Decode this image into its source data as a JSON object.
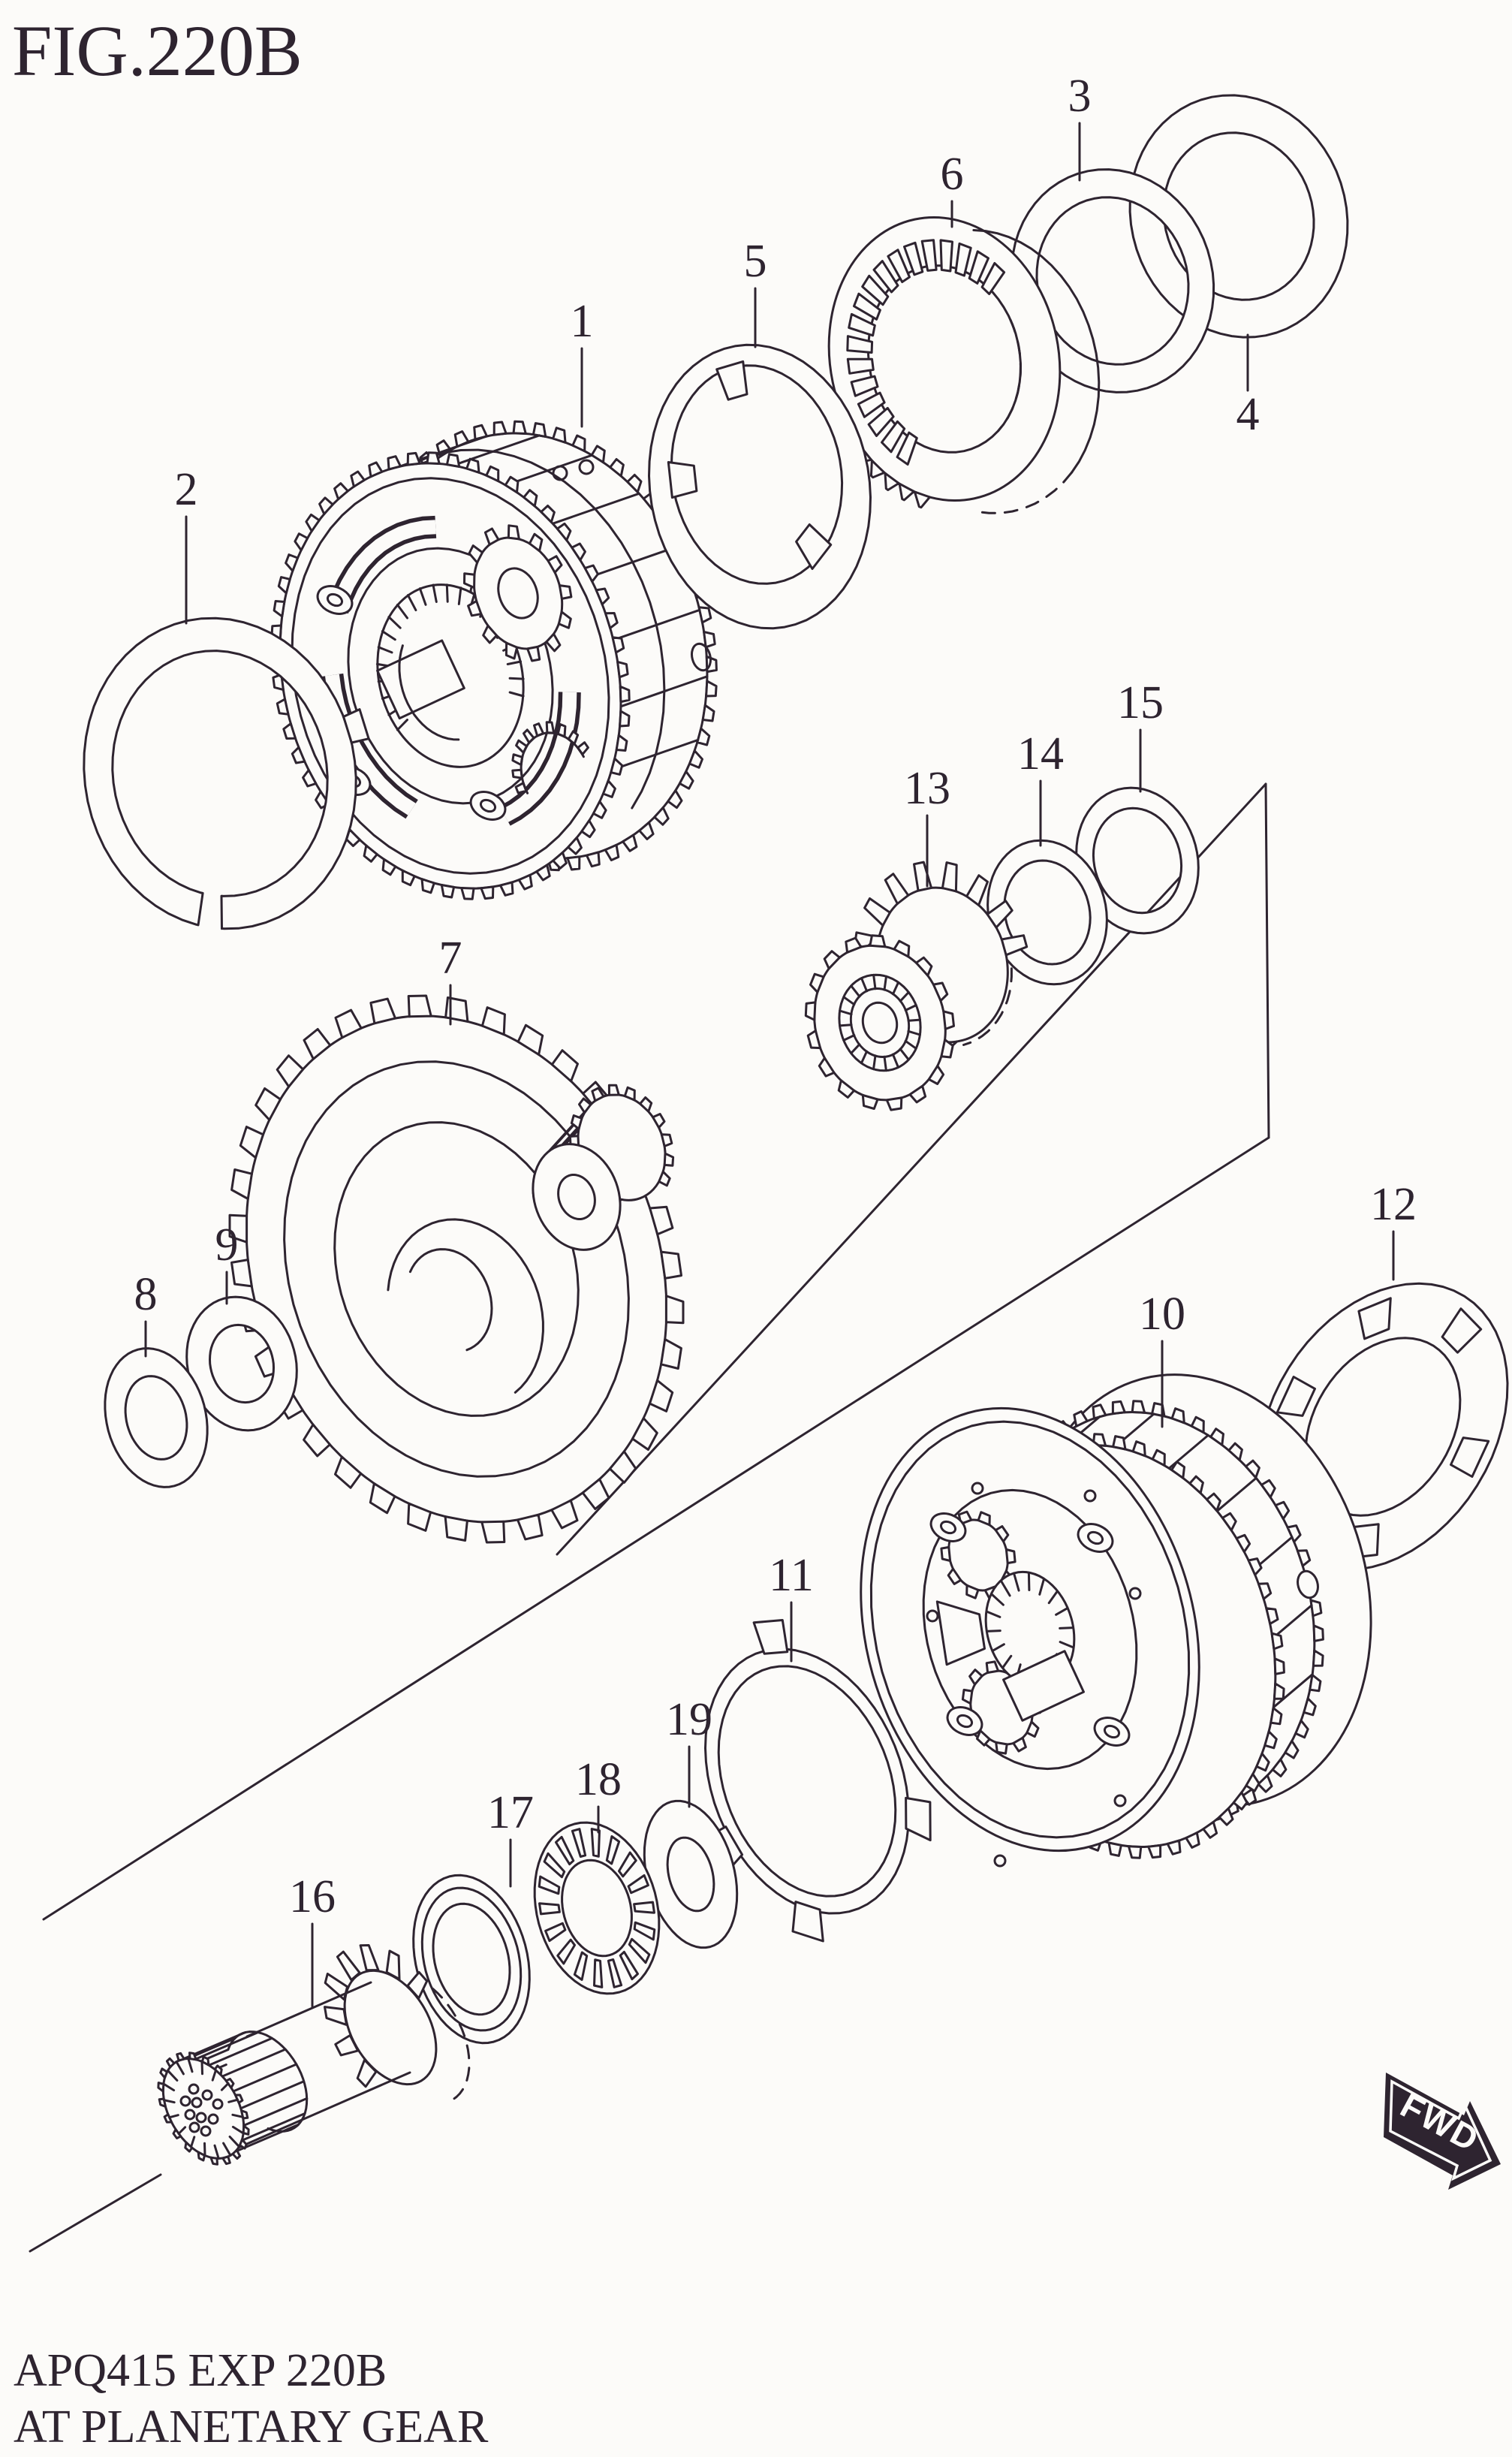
{
  "figure": {
    "title": "FIG.220B"
  },
  "footer": {
    "line1": "APQ415 EXP 220B",
    "line2": "AT PLANETARY GEAR"
  },
  "direction_arrow": {
    "label": "FWD"
  },
  "callouts": [
    {
      "label": "1"
    },
    {
      "label": "2"
    },
    {
      "label": "3"
    },
    {
      "label": "4"
    },
    {
      "label": "5"
    },
    {
      "label": "6"
    },
    {
      "label": "7"
    },
    {
      "label": "8"
    },
    {
      "label": "9"
    },
    {
      "label": "10"
    },
    {
      "label": "11"
    },
    {
      "label": "12"
    },
    {
      "label": "13"
    },
    {
      "label": "14"
    },
    {
      "label": "15"
    },
    {
      "label": "16"
    },
    {
      "label": "17"
    },
    {
      "label": "18"
    },
    {
      "label": "19"
    }
  ],
  "colors": {
    "line": "#2e2430",
    "paper": "#fcfbf9",
    "arrow_fill": "#2e2430",
    "arrow_text": "#fcfbf9"
  }
}
